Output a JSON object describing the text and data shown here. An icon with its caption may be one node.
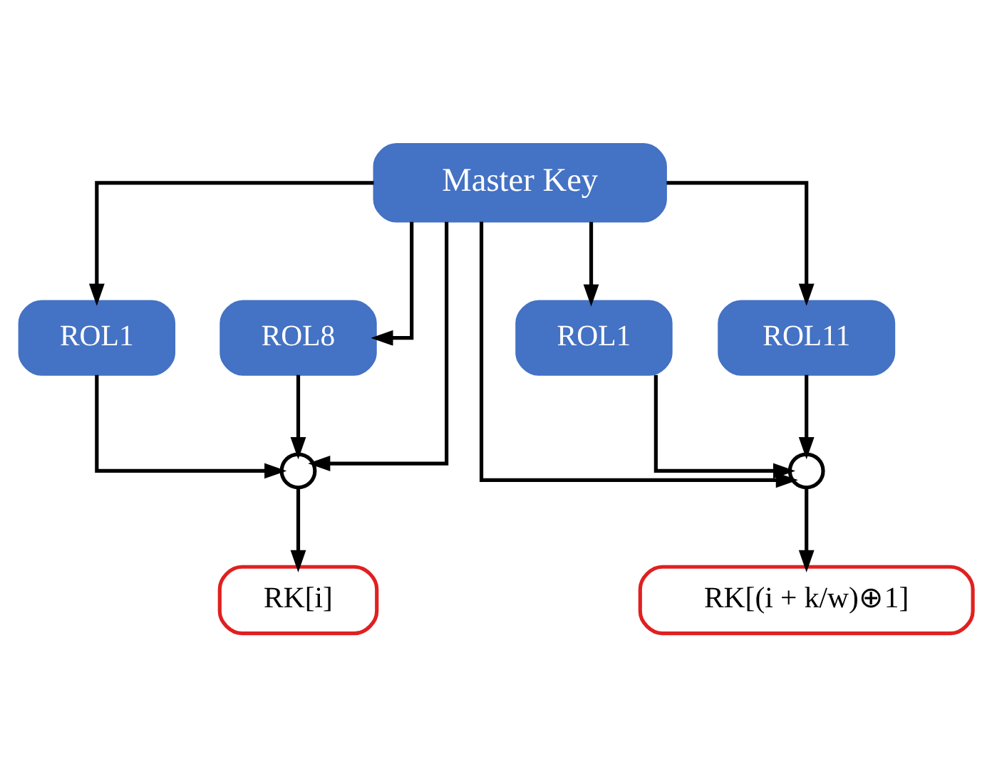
{
  "diagram": {
    "nodes": [
      {
        "text": [
          "Master Key"
        ]
      },
      {
        "text": [
          "ROL1"
        ]
      },
      {
        "text": [
          "ROL8"
        ]
      },
      {
        "text": [
          "ROL1"
        ]
      },
      {
        "text": [
          "ROL11"
        ]
      },
      {
        "text": [],
        "shape": "circle"
      },
      {
        "text": [],
        "shape": "circle"
      },
      {
        "text": [
          "RK[i]"
        ]
      },
      {
        "text": [
          "RK[(i + k/w)⊕1]"
        ]
      }
    ],
    "edges": [
      {
        "from": 0,
        "to": 1,
        "arrow": "to"
      },
      {
        "from": 0,
        "to": 2,
        "arrow": "to"
      },
      {
        "from": 0,
        "to": 3,
        "arrow": "to"
      },
      {
        "from": 0,
        "to": 4,
        "arrow": "to"
      },
      {
        "from": 0,
        "to": 5,
        "arrow": "to"
      },
      {
        "from": 0,
        "to": 6,
        "arrow": "to"
      },
      {
        "from": 1,
        "to": 5,
        "arrow": "to"
      },
      {
        "from": 2,
        "to": 5,
        "arrow": "to"
      },
      {
        "from": 3,
        "to": 6,
        "arrow": "to"
      },
      {
        "from": 4,
        "to": 6,
        "arrow": "to"
      },
      {
        "from": 5,
        "to": 7,
        "arrow": "to"
      },
      {
        "from": 6,
        "to": 8,
        "arrow": "to"
      }
    ]
  }
}
